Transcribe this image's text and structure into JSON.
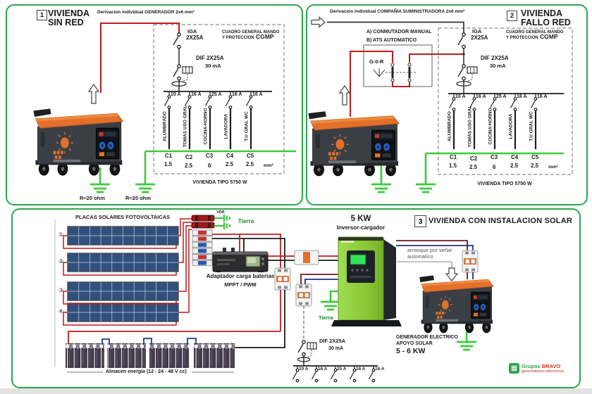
{
  "colors": {
    "panel_border": "#2aa64c",
    "ground_green": "#3bcb3b",
    "wire_red": "#c11a1a",
    "wire_black": "#1c1c1c",
    "wire_dark_red": "#6e1a1f",
    "wire_blue": "#23307e",
    "inverter_green": "#8dc63f",
    "generator_orange": "#e2702a",
    "logo_green": "#2fa24d",
    "logo_red": "#cc3322"
  },
  "panel1": {
    "number": "1",
    "title_line1": "VIVIENDA",
    "title_line2": "SIN RED",
    "feed_label": "Derivacion individual GENERADOR  2x6  mm²",
    "earth_left": "R<20 ohm",
    "earth_right": "R<20 ohm"
  },
  "panel2": {
    "number": "2",
    "title_line1": "VIVIENDA",
    "title_line2": "FALLO RED",
    "feed_label": "Derivación individual COMPAÑIA SUMINISTRADORA  2x6  mm²",
    "option_a": "A)  CONMUTADOR MANUAL",
    "option_b": "B)  ATS AUTOMATICO",
    "switch_positions": "G-0-R"
  },
  "cgmp": {
    "iga_label": "IGA",
    "iga_rating": "2X25A",
    "board_line1": "CUADRO GENERAL MANDO",
    "board_line2": "Y PROTECCION",
    "board_acronym": "CGMP",
    "dif_label": "DIF  2X25A",
    "dif_sensitivity": "30 mA",
    "breaker_ratings": [
      "10 A",
      "16 A",
      "25 A",
      "16 A",
      "16 A"
    ],
    "circuit_names": [
      "ALUMBRADO",
      "TOMAS USO GRAL",
      "COCINA-HORNO",
      "LAVADORA",
      "T.U GRAL WC"
    ],
    "circuit_ids": [
      "C1",
      "C2",
      "C3",
      "C4",
      "C5"
    ],
    "wire_sections": [
      "1.5",
      "2.5",
      "6",
      "2.5",
      "2.5"
    ],
    "section_unit": "mm²",
    "house_rating": "VIVIENDA TIPO  5750 W"
  },
  "panel3": {
    "number": "3",
    "title": "VIVIENDA CON INSTALACION SOLAR",
    "pv_title": "PLACAS SOLARES FOTOVOLTAICAS",
    "pv_string_numbers": [
      "①",
      "②",
      "③",
      "④"
    ],
    "vdr_label": "VDR",
    "earth_top": "Tierra",
    "earth_inverter": "Tierra",
    "charger_name": "Adaptador carga baterias",
    "charger_tech": "MPPT / PWM",
    "inverter_power": "5 KW",
    "inverter_name": "Inversor-cargador",
    "autostart_line1": "arranque por señal",
    "autostart_line2": "automatico",
    "dif_label": "DIF  2X25A",
    "dif_sensitivity": "30 mA",
    "breaker_ratings": [
      "10 A",
      "16 A",
      "25 A",
      "16 A",
      "16 A"
    ],
    "generator_line1": "GENERADOR ELECTRICO",
    "generator_line2": "APOYO SOLAR",
    "generator_power": "5 - 6 KW",
    "battery_label": "Almacen energía (12 - 24 - 48 V cc)",
    "logo": {
      "brand_green": "Grupos",
      "brand_red": "BRAVO",
      "tagline": "generadores electricos"
    }
  }
}
